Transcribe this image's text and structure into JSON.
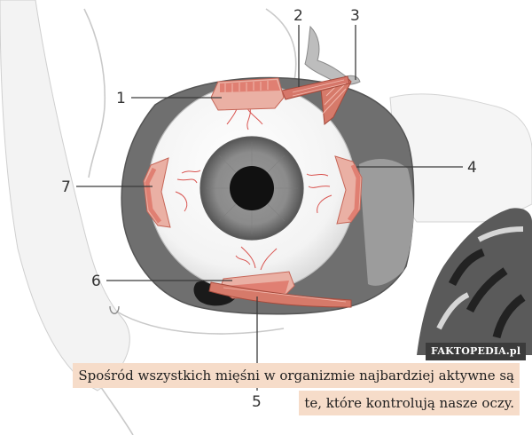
{
  "labels": {
    "l1": "1",
    "l2": "2",
    "l3": "3",
    "l4": "4",
    "l5": "5",
    "l6": "6",
    "l7": "7"
  },
  "watermark": "FAKTOPEDIA.pl",
  "caption": {
    "line1": "Spośród wszystkich mięśni w organizmie najbardziej aktywne są",
    "line2": "te, które kontrolują nasze oczy."
  },
  "colors": {
    "muscle": "#e9a99e",
    "muscle_dark": "#c8594b",
    "orbit": "#6f6f6f",
    "sclera": "#f7f7f7",
    "iris": "#8a8a8a",
    "pupil": "#111111",
    "caption_bg": "#f6dcc9"
  }
}
